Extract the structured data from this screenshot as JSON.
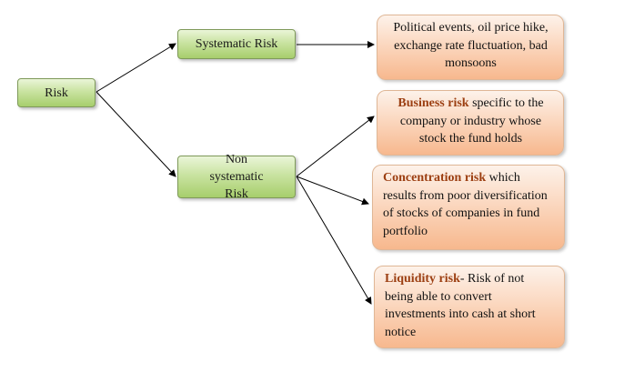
{
  "root": {
    "label": "Risk"
  },
  "categories": [
    {
      "label": "Systematic Risk"
    },
    {
      "label": "Non systematic Risk"
    }
  ],
  "details": {
    "systematic": {
      "text": "Political events, oil price hike, exchange rate fluctuation, bad monsoons"
    },
    "business": {
      "term": "Business risk",
      "text": " specific to the company or industry whose stock the fund holds"
    },
    "concentration": {
      "term": "Concentration risk",
      "text": " which results from poor diversification of stocks of companies in fund portfolio"
    },
    "liquidity": {
      "term": "Liquidity risk",
      "text": "- Risk of not being able to convert investments into cash at short notice"
    }
  },
  "colors": {
    "green_fill": "#b5d77f",
    "green_border": "#7f9a5a",
    "orange_fill": "#f9c49f",
    "orange_border": "#e0b796",
    "highlight_text": "#9c3f12"
  }
}
